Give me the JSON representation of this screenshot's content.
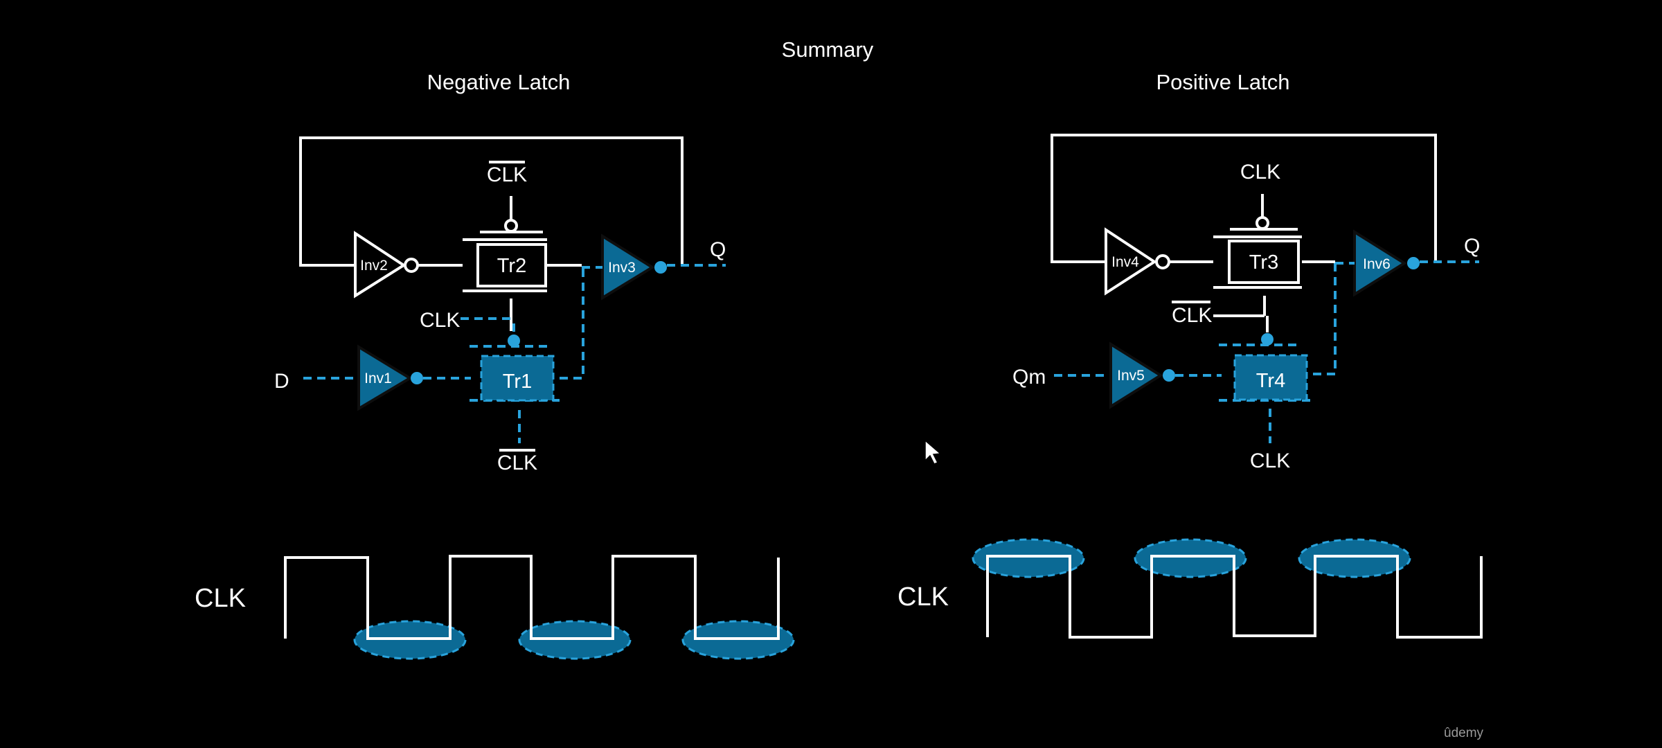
{
  "title": "Summary",
  "negative_latch": {
    "heading": "Negative Latch",
    "inv_a": "Inv2",
    "inv_b": "Inv3",
    "inv_c": "Inv1",
    "tr_top": "Tr2",
    "tr_bottom": "Tr1",
    "clk_bar_top": "CLK",
    "clk_mid": "CLK",
    "clk_bar_bottom": "CLK",
    "input": "D",
    "output": "Q"
  },
  "positive_latch": {
    "heading": "Positive Latch",
    "inv_a": "Inv4",
    "inv_b": "Inv6",
    "inv_c": "Inv5",
    "tr_top": "Tr3",
    "tr_bottom": "Tr4",
    "clk_top": "CLK",
    "clk_bar_mid": "CLK",
    "clk_bottom": "CLK",
    "input": "Qm",
    "output": "Q"
  },
  "waveforms": {
    "negative_label": "CLK",
    "positive_label": "CLK"
  },
  "logo": "ûdemy",
  "colors": {
    "background": "#000000",
    "wire": "#ffffff",
    "active": "#29a3dc",
    "active_fill": "#0b6a95"
  }
}
